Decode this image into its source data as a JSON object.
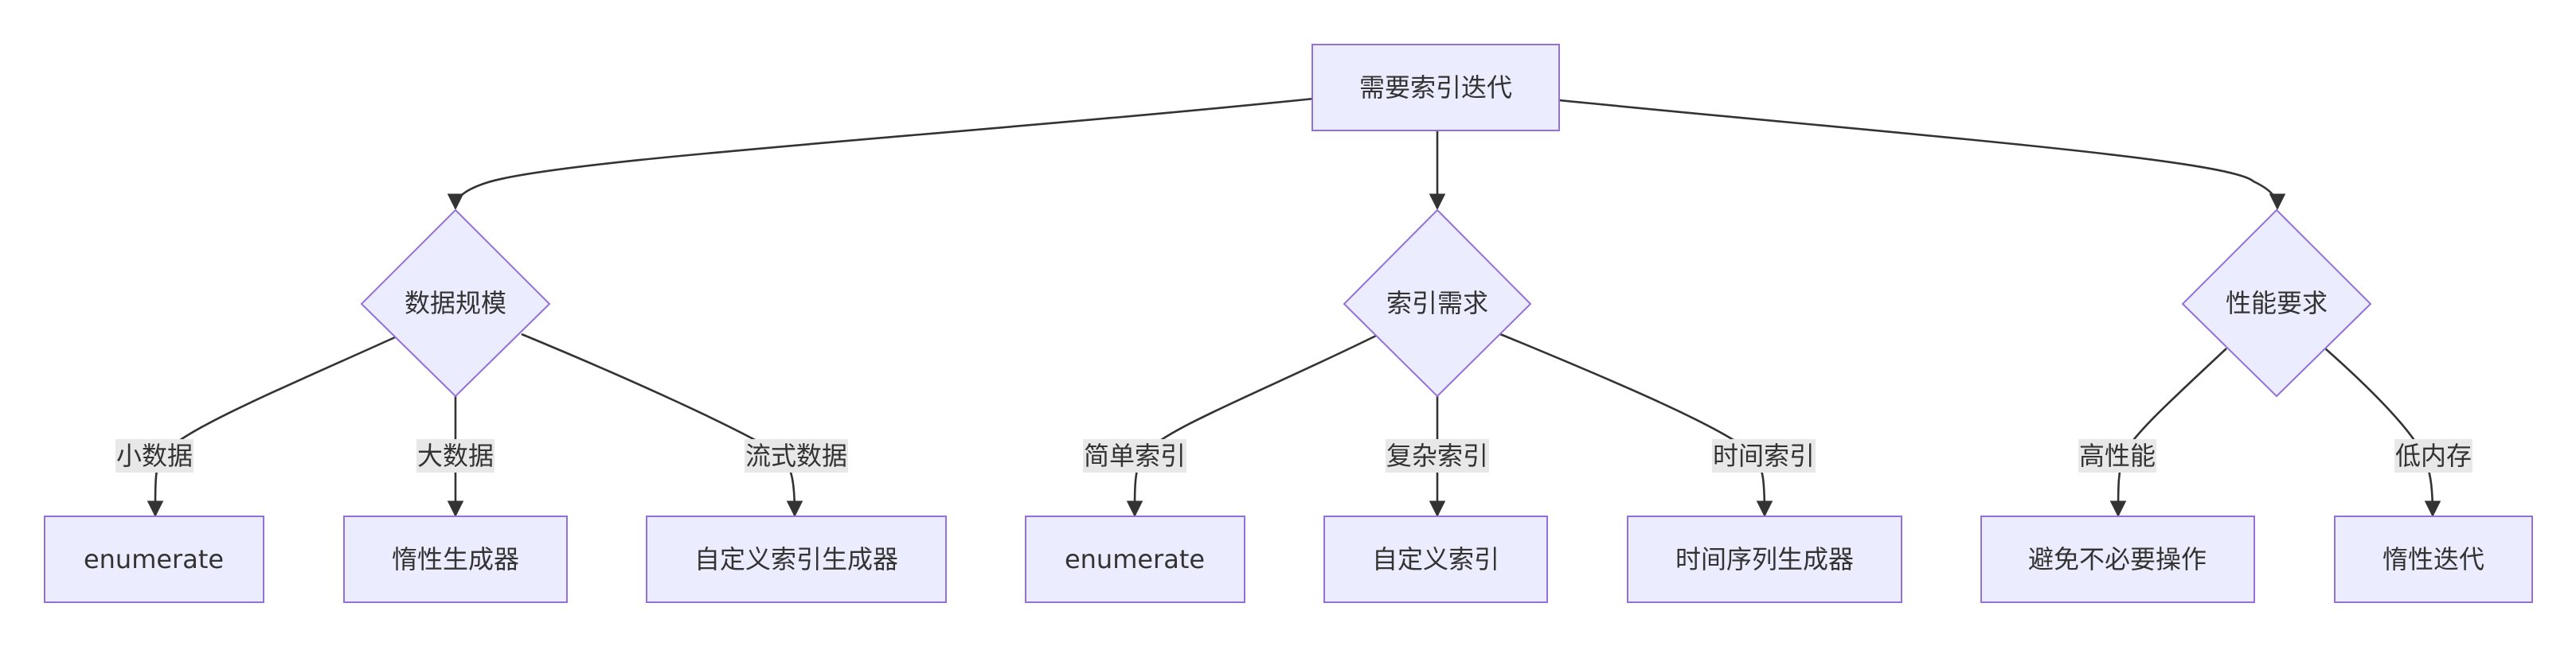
{
  "root": {
    "label": "需要索引迭代"
  },
  "decisions": [
    {
      "label": "数据规模"
    },
    {
      "label": "索引需求"
    },
    {
      "label": "性能要求"
    }
  ],
  "edges": [
    {
      "label": "小数据",
      "target": "enumerate"
    },
    {
      "label": "大数据",
      "target": "惰性生成器"
    },
    {
      "label": "流式数据",
      "target": "自定义索引生成器"
    },
    {
      "label": "简单索引",
      "target": "enumerate"
    },
    {
      "label": "复杂索引",
      "target": "自定义索引"
    },
    {
      "label": "时间索引",
      "target": "时间序列生成器"
    },
    {
      "label": "高性能",
      "target": "避免不必要操作"
    },
    {
      "label": "低内存",
      "target": "惰性迭代"
    }
  ]
}
